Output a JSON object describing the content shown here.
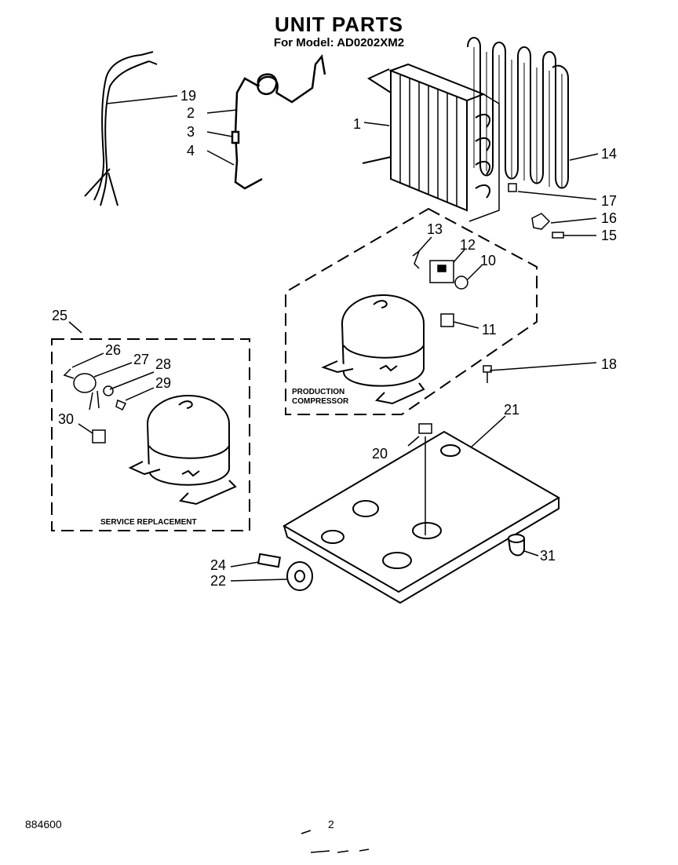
{
  "header": {
    "title": "UNIT PARTS",
    "subtitle": "For Model: AD0202XM2"
  },
  "box_labels": {
    "production_line1": "PRODUCTION",
    "production_line2": "COMPRESSOR",
    "service": "SERVICE REPLACEMENT"
  },
  "callouts": {
    "c1": "1",
    "c2": "2",
    "c3": "3",
    "c4": "4",
    "c10": "10",
    "c11": "11",
    "c12": "12",
    "c13": "13",
    "c14": "14",
    "c15": "15",
    "c16": "16",
    "c17": "17",
    "c18": "18",
    "c19": "19",
    "c20": "20",
    "c21": "21",
    "c22": "22",
    "c24": "24",
    "c25": "25",
    "c26": "26",
    "c27": "27",
    "c28": "28",
    "c29": "29",
    "c30": "30",
    "c31": "31"
  },
  "footer": {
    "doc_number": "884600",
    "page_number": "2"
  }
}
